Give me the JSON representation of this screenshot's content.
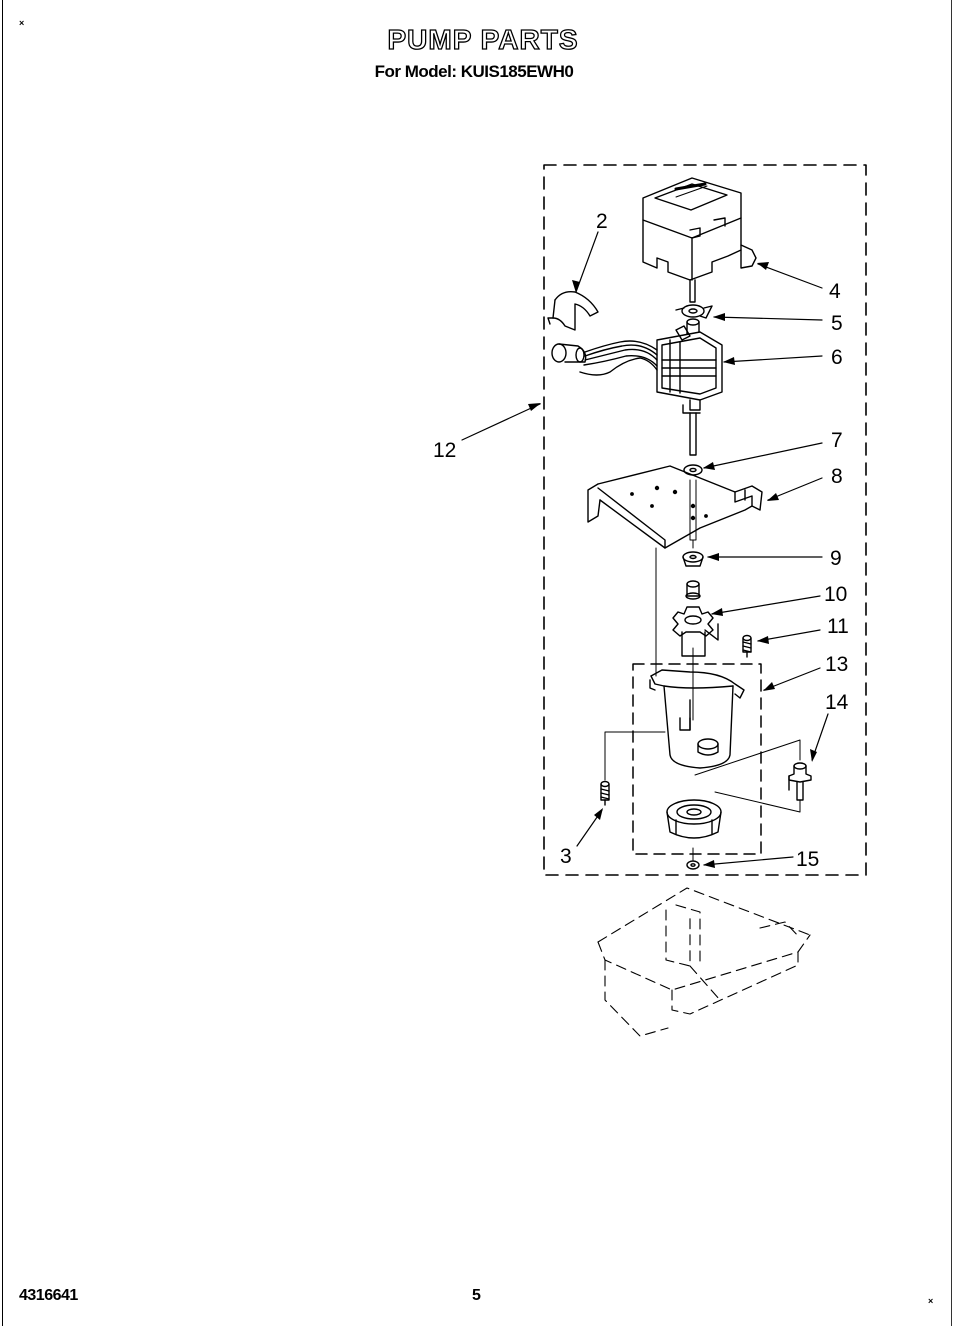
{
  "header": {
    "title": "PUMP PARTS",
    "subtitle": "For Model: KUIS185EWH0"
  },
  "footer": {
    "part_number": "4316641",
    "page_number": "5"
  },
  "corner_marks": {
    "top_left": "×",
    "bottom_right": "×"
  },
  "diagram": {
    "callouts": {
      "c2": "2",
      "c3": "3",
      "c4": "4",
      "c5": "5",
      "c6": "6",
      "c7": "7",
      "c8": "8",
      "c9": "9",
      "c10": "10",
      "c11": "11",
      "c12": "12",
      "c13": "13",
      "c14": "14",
      "c15": "15"
    }
  }
}
